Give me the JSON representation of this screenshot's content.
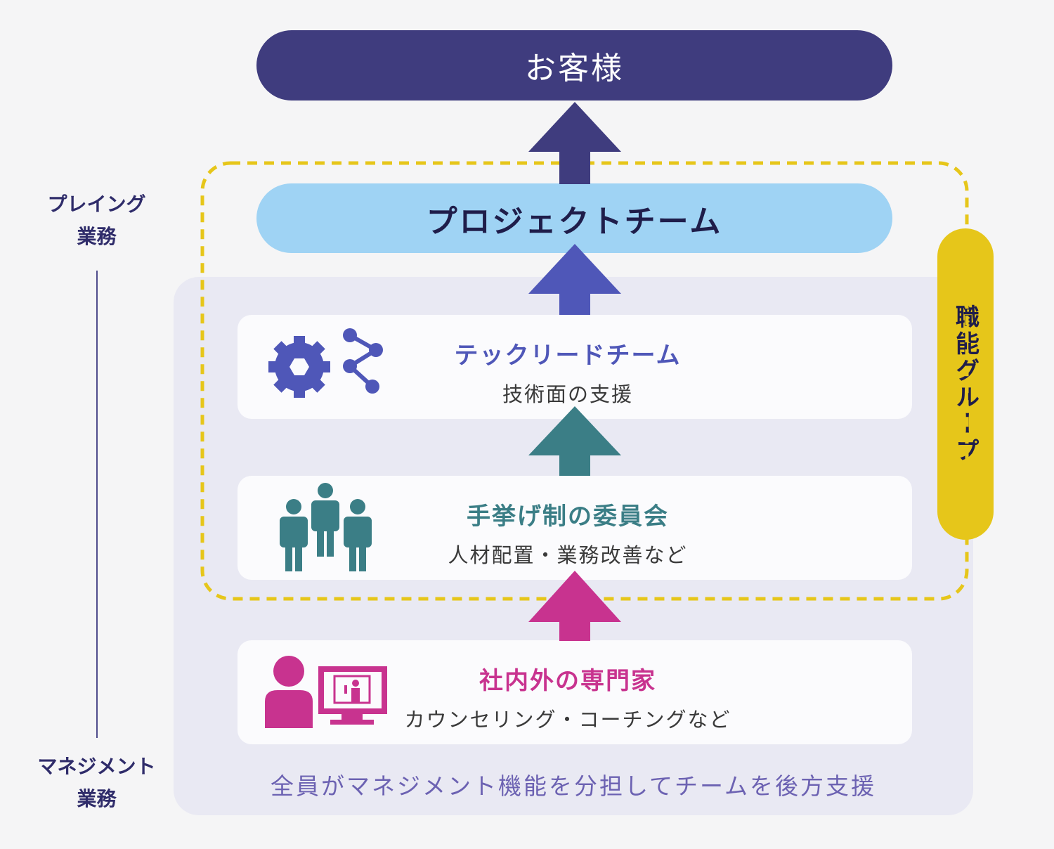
{
  "customer": {
    "label": "お客様"
  },
  "project_team": {
    "label": "プロジェクトチーム"
  },
  "functional_group": {
    "label": "職能グループ"
  },
  "side_labels": {
    "playing_line1": "プレイング",
    "playing_line2": "業務",
    "management_line1": "マネジメント",
    "management_line2": "業務"
  },
  "cards": {
    "tech": {
      "title": "テックリードチーム",
      "subtitle": "技術面の支援"
    },
    "committee": {
      "title": "手挙げ制の委員会",
      "subtitle": "人材配置・業務改善など"
    },
    "experts": {
      "title": "社内外の専門家",
      "subtitle": "カウンセリング・コーチングなど"
    }
  },
  "management_caption": "全員がマネジメント機能を分担してチームを後方支援",
  "colors": {
    "customer": "#3f3c7e",
    "project_team": "#9fd3f4",
    "tech": "#4f57b8",
    "committee": "#3b7e86",
    "experts": "#c8338f",
    "functional_group": "#e6c61a",
    "management_bg": "#e9e9f3"
  },
  "icons": {
    "tech": [
      "gear-icon",
      "share-icon"
    ],
    "committee": [
      "people-group-icon"
    ],
    "experts": [
      "person-icon",
      "presentation-monitor-icon"
    ]
  }
}
